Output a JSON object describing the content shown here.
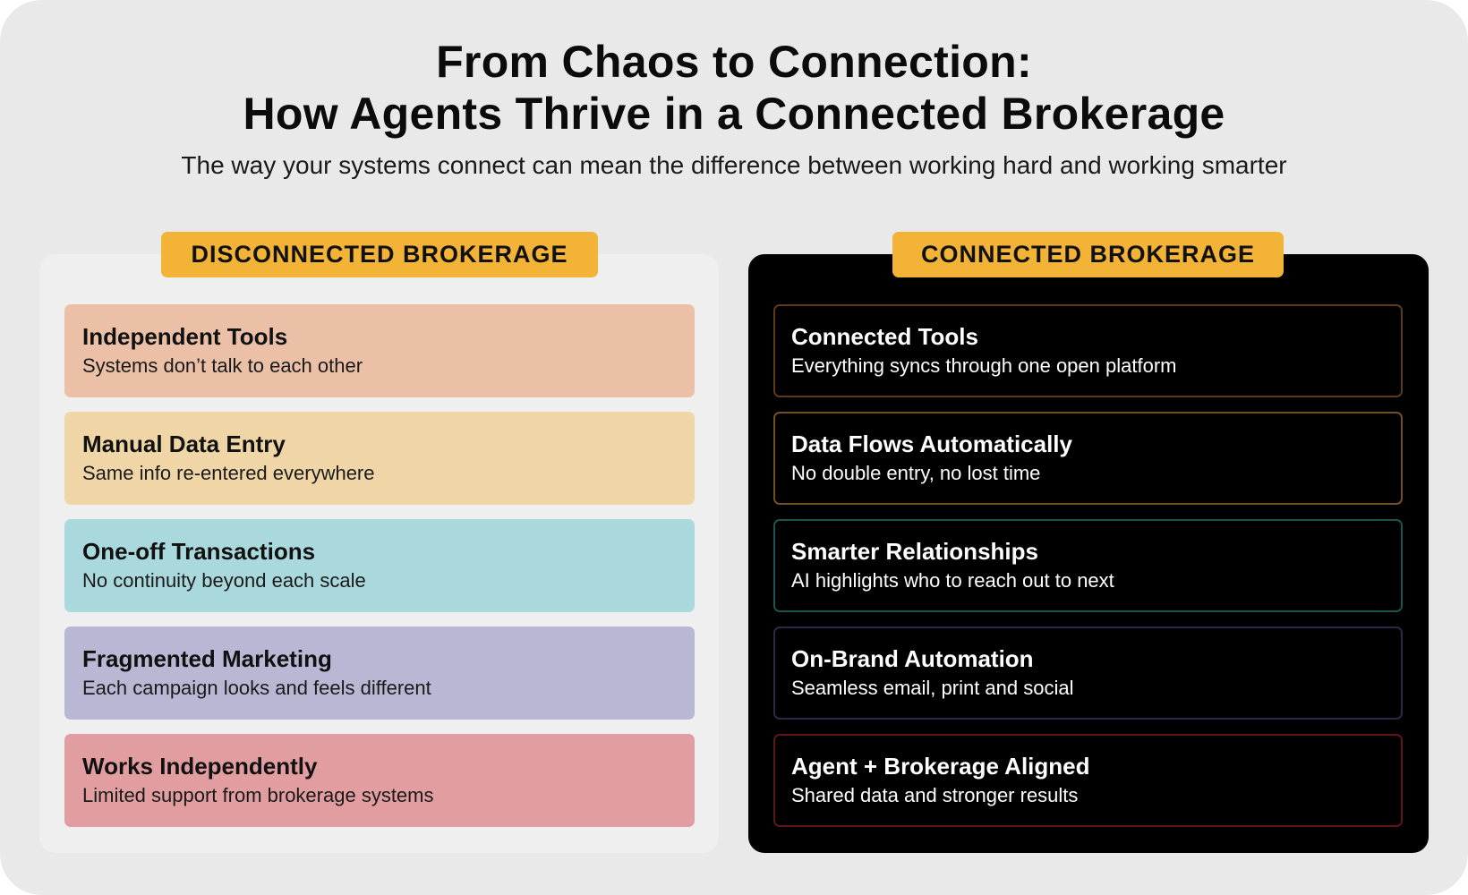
{
  "header": {
    "title_line1": "From Chaos to Connection:",
    "title_line2": "How Agents Thrive in a Connected Brokerage",
    "subtitle": "The way your systems connect can mean the difference between working hard and working smarter"
  },
  "disconnected": {
    "label": "DISCONNECTED BROKERAGE",
    "items": [
      {
        "title": "Independent Tools",
        "desc": "Systems don’t talk to each other",
        "color": "#ebc0a6"
      },
      {
        "title": "Manual Data Entry",
        "desc": "Same info re-entered everywhere",
        "color": "#f0d6a6"
      },
      {
        "title": "One-off Transactions",
        "desc": "No continuity beyond each scale",
        "color": "#a9d9dd"
      },
      {
        "title": "Fragmented Marketing",
        "desc": "Each campaign looks and feels different",
        "color": "#b8b8d4"
      },
      {
        "title": "Works Independently",
        "desc": "Limited support from brokerage systems",
        "color": "#e29da0"
      }
    ]
  },
  "connected": {
    "label": "CONNECTED BROKERAGE",
    "items": [
      {
        "title": "Connected Tools",
        "desc": "Everything syncs through one open platform",
        "color": "#5c3a1e"
      },
      {
        "title": "Data Flows Automatically",
        "desc": "No double entry, no lost time",
        "color": "#6e5224"
      },
      {
        "title": "Smarter Relationships",
        "desc": "AI highlights who to reach out to next",
        "color": "#1f5250"
      },
      {
        "title": "On-Brand Automation",
        "desc": "Seamless email, print and social",
        "color": "#2a2a46"
      },
      {
        "title": "Agent + Brokerage Aligned",
        "desc": "Shared data and stronger results",
        "color": "#5e1616"
      }
    ]
  },
  "accent": "#f2b337"
}
